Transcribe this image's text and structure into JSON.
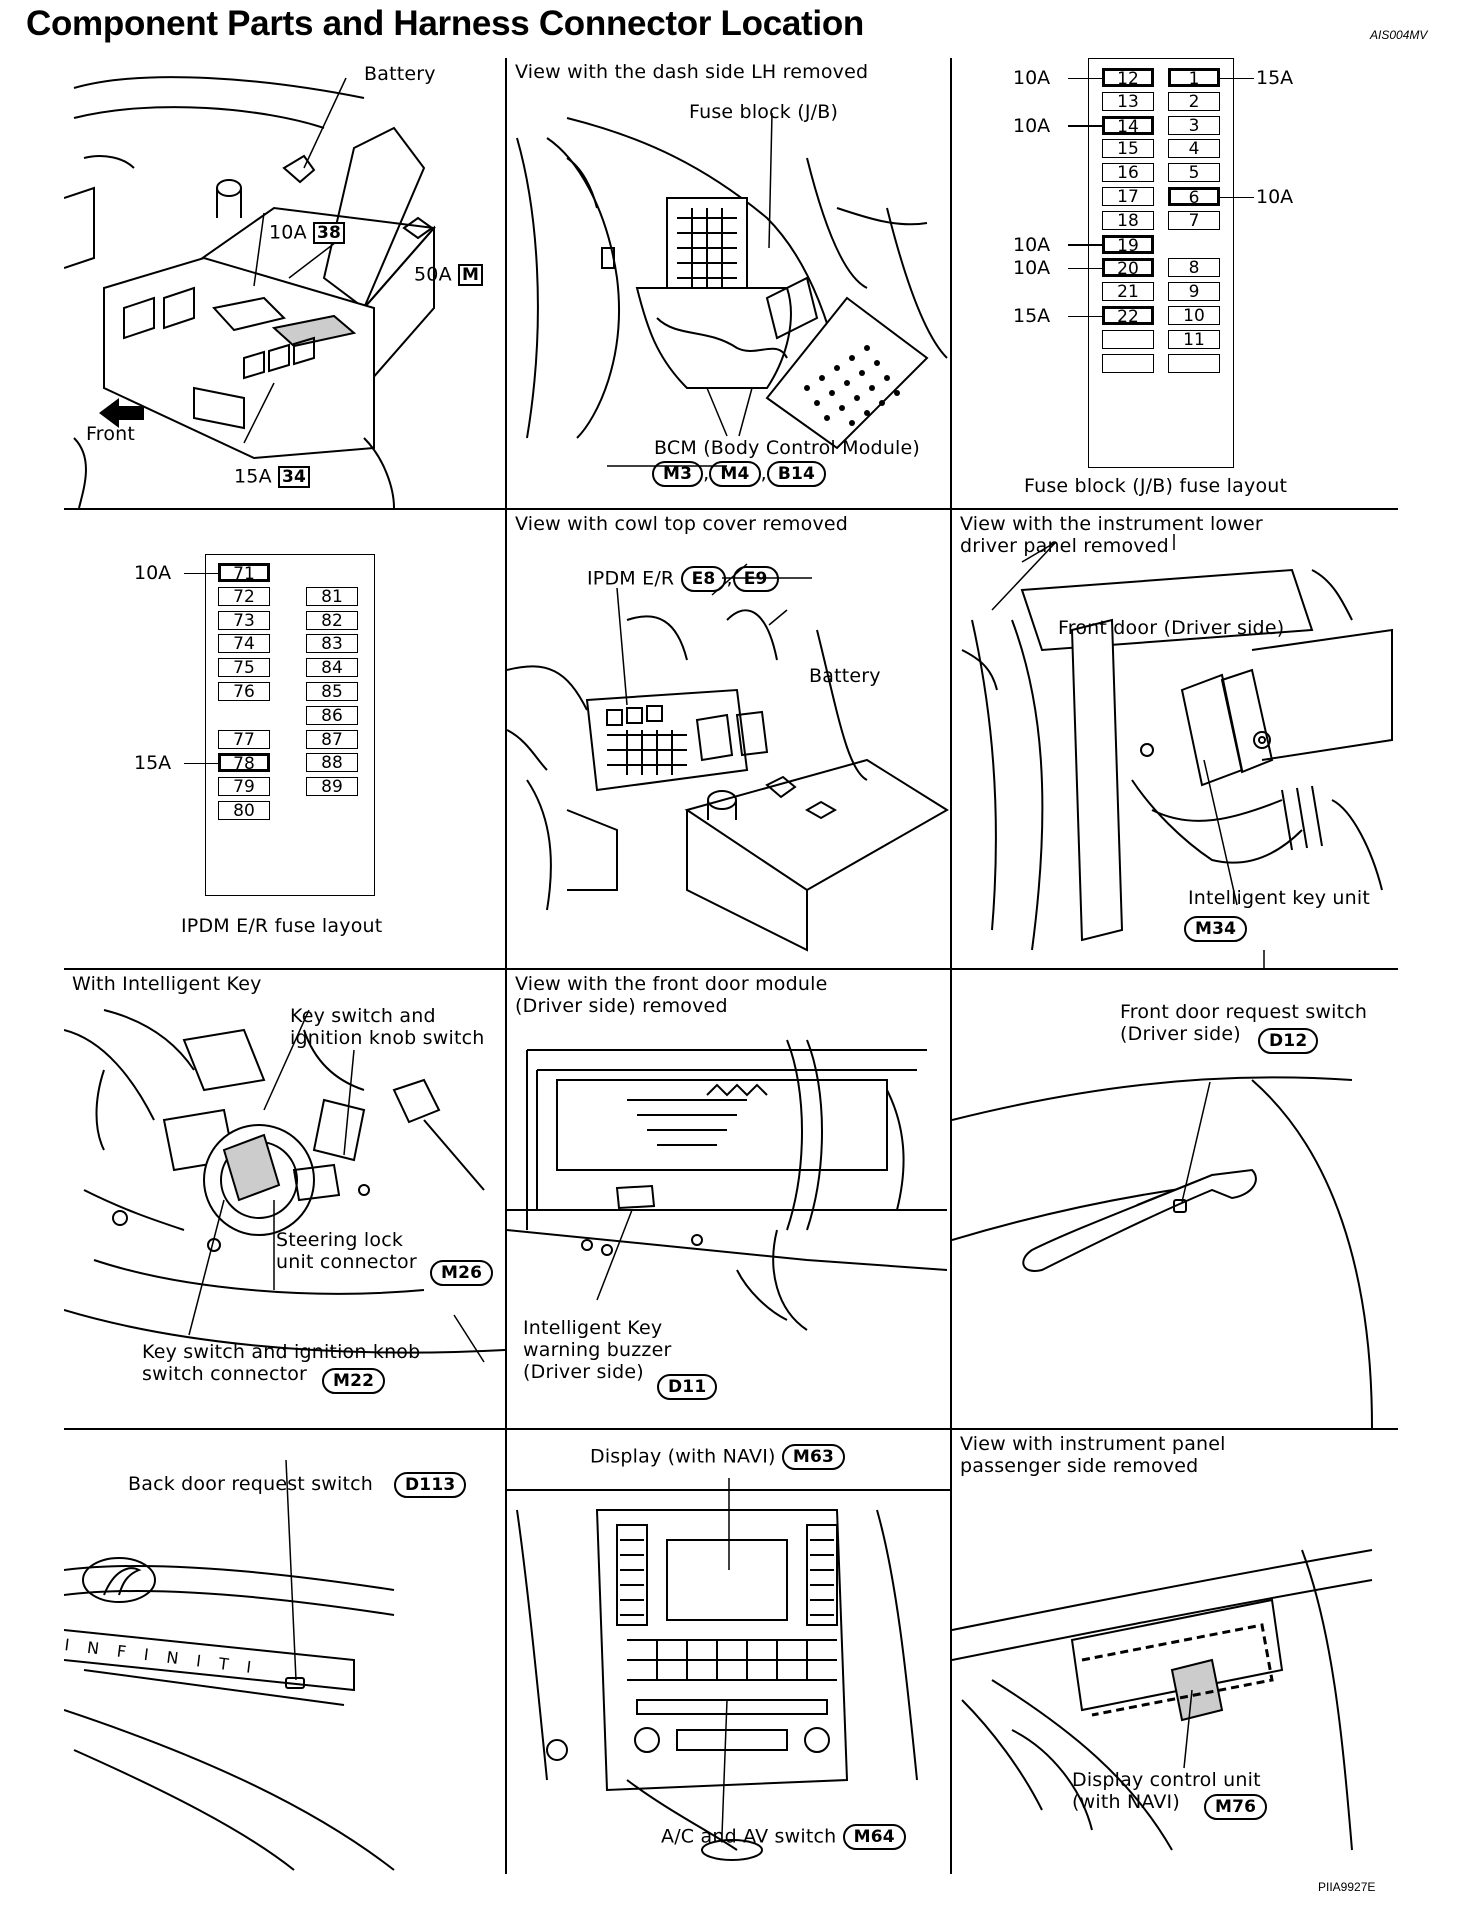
{
  "header": {
    "title": "Component Parts and Harness Connector Location",
    "code": "AIS004MV",
    "footer_code": "PIIA9927E"
  },
  "panel1": {
    "battery": "Battery",
    "fuse38_amp": "10A",
    "fuse38_num": "38",
    "fuseM_amp": "50A",
    "fuseM_letter": "M",
    "fuse34_amp": "15A",
    "fuse34_num": "34",
    "front": "Front"
  },
  "panel2": {
    "view": "View with the dash side LH removed",
    "fuse_block": "Fuse block (J/B)",
    "bcm": "BCM (Body Control Module)",
    "connectors": [
      "M3",
      "M4",
      "B14"
    ]
  },
  "panel3": {
    "caption": "Fuse block (J/B) fuse layout",
    "left_col": [
      {
        "n": "12",
        "amp": "10A",
        "bold": true
      },
      {
        "n": "13",
        "amp": "",
        "bold": false
      },
      {
        "n": "14",
        "amp": "10A",
        "bold": true
      },
      {
        "n": "15",
        "amp": "",
        "bold": false
      },
      {
        "n": "16",
        "amp": "",
        "bold": false
      },
      {
        "n": "17",
        "amp": "",
        "bold": false
      },
      {
        "n": "18",
        "amp": "",
        "bold": false
      },
      {
        "n": "19",
        "amp": "10A",
        "bold": true
      },
      {
        "n": "20",
        "amp": "10A",
        "bold": true
      },
      {
        "n": "21",
        "amp": "",
        "bold": false
      },
      {
        "n": "22",
        "amp": "15A",
        "bold": true
      },
      {
        "n": "",
        "amp": "",
        "bold": false
      },
      {
        "n": "",
        "amp": "",
        "bold": false
      }
    ],
    "right_col": [
      {
        "n": "1",
        "amp": "15A",
        "bold": true
      },
      {
        "n": "2",
        "amp": "",
        "bold": false
      },
      {
        "n": "3",
        "amp": "",
        "bold": false
      },
      {
        "n": "4",
        "amp": "",
        "bold": false
      },
      {
        "n": "5",
        "amp": "",
        "bold": false
      },
      {
        "n": "6",
        "amp": "10A",
        "bold": true
      },
      {
        "n": "7",
        "amp": "",
        "bold": false
      },
      {
        "n": "8",
        "amp": "",
        "bold": false
      },
      {
        "n": "9",
        "amp": "",
        "bold": false
      },
      {
        "n": "10",
        "amp": "",
        "bold": false
      },
      {
        "n": "11",
        "amp": "",
        "bold": false
      },
      {
        "n": "",
        "amp": "",
        "bold": false
      }
    ]
  },
  "panel4": {
    "caption": "IPDM E/R fuse layout",
    "left_col": [
      {
        "n": "71",
        "amp": "10A",
        "bold": true
      },
      {
        "n": "72",
        "amp": "",
        "bold": false
      },
      {
        "n": "73",
        "amp": "",
        "bold": false
      },
      {
        "n": "74",
        "amp": "",
        "bold": false
      },
      {
        "n": "75",
        "amp": "",
        "bold": false
      },
      {
        "n": "76",
        "amp": "",
        "bold": false
      },
      {
        "n": "77",
        "amp": "",
        "bold": false
      },
      {
        "n": "78",
        "amp": "15A",
        "bold": true
      },
      {
        "n": "79",
        "amp": "",
        "bold": false
      },
      {
        "n": "80",
        "amp": "",
        "bold": false
      }
    ],
    "right_col": [
      "81",
      "82",
      "83",
      "84",
      "85",
      "86",
      "87",
      "88",
      "89"
    ]
  },
  "panel5": {
    "view": "View with cowl top cover removed",
    "ipdm": "IPDM E/R",
    "connectors": [
      "E8",
      "E9"
    ],
    "battery": "Battery"
  },
  "panel6": {
    "view": "View with the instrument lower\ndriver panel removed",
    "front_door": "Front door (Driver side)",
    "unit": "Intelligent key unit",
    "connector": "M34"
  },
  "panel7": {
    "view": "With Intelligent Key",
    "key_switch": "Key switch and\nignition knob switch",
    "steering_lock": "Steering lock\nunit connector",
    "steering_conn": "M26",
    "key_conn_label": "Key switch and ignition knob\nswitch connector",
    "key_conn": "M22"
  },
  "panel8": {
    "view": "View with the front door module\n(Driver side) removed",
    "buzzer": "Intelligent Key\nwarning buzzer\n(Driver side)",
    "connector": "D11"
  },
  "panel9": {
    "label": "Front door request switch\n(Driver side)",
    "connector": "D12"
  },
  "panel10": {
    "label": "Back door request switch",
    "connector": "D113",
    "emblem_text": "INFINITI"
  },
  "panel11": {
    "display": "Display (with NAVI)",
    "display_conn": "M63",
    "switch": "A/C and AV switch",
    "switch_conn": "M64"
  },
  "panel12": {
    "view": "View with instrument panel\npassenger side removed",
    "unit": "Display control unit\n(with NAVI)",
    "connector": "M76"
  }
}
